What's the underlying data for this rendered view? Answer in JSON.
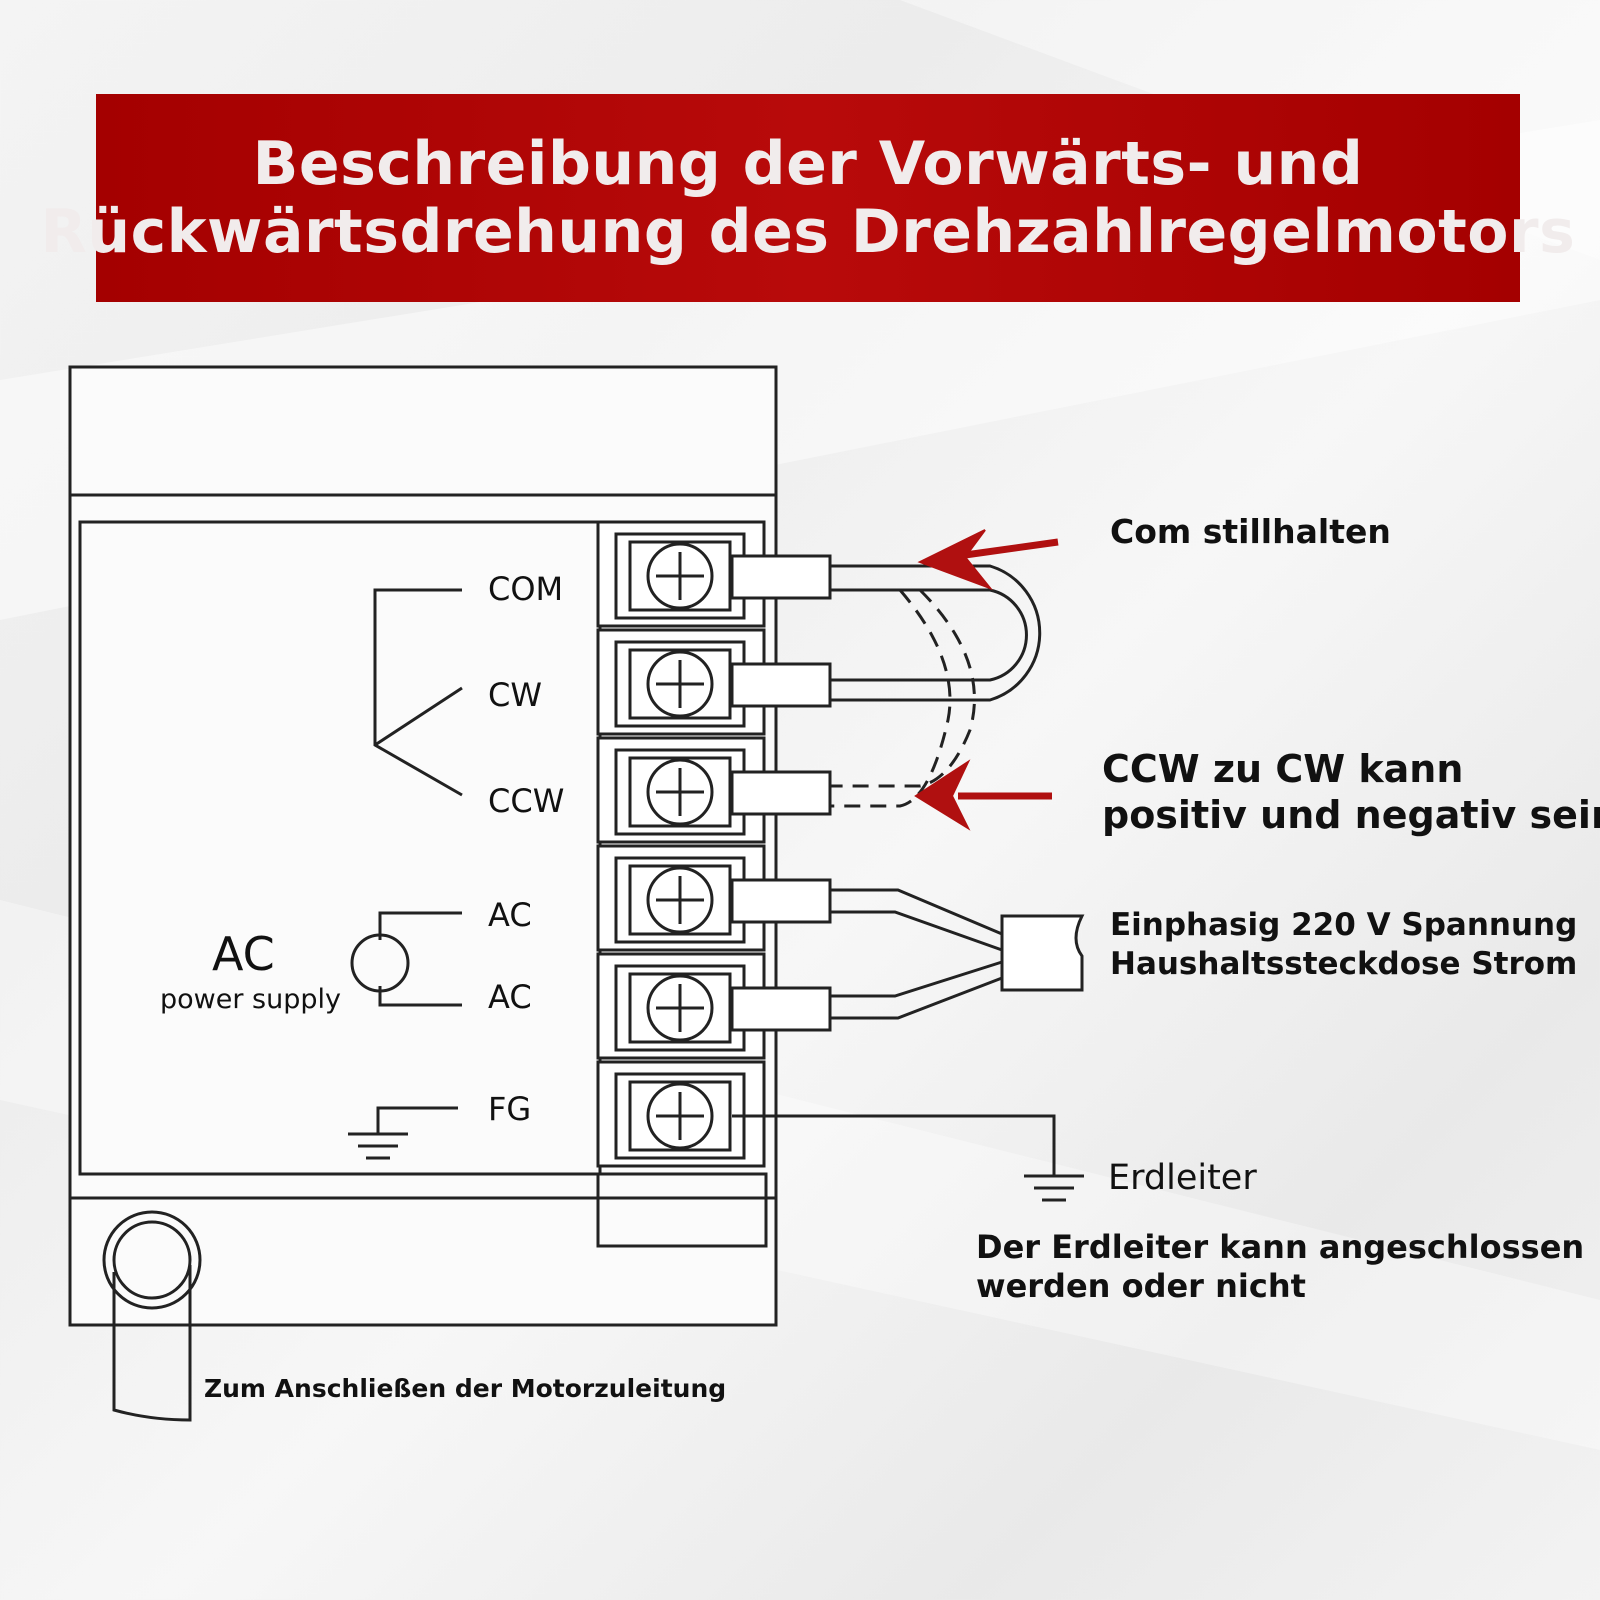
{
  "title": {
    "line1": "Beschreibung der Vorwärts- und",
    "line2": "Rückwärtsdrehung des Drehzahlregelmotors"
  },
  "terminals": {
    "com": "COM",
    "cw": "CW",
    "ccw": "CCW",
    "ac1": "AC",
    "ac2": "AC",
    "fg": "FG"
  },
  "power": {
    "title": "AC",
    "subtitle": "power supply"
  },
  "callouts": {
    "com_hold": "Com stillhalten",
    "ccw_cw_line1": "CCW zu CW kann",
    "ccw_cw_line2": "positiv und negativ sein",
    "voltage_line1": "Einphasig 220 V Spannung",
    "voltage_line2": "Haushaltssteckdose Strom",
    "ground": "Erdleiter",
    "ground_note_line1": "Der Erdleiter kann angeschlossen",
    "ground_note_line2": "werden oder nicht",
    "motor_lead": "Zum Anschließen der Motorzuleitung"
  },
  "colors": {
    "banner": "#b00000",
    "arrow": "#b01010",
    "line": "#222222"
  }
}
